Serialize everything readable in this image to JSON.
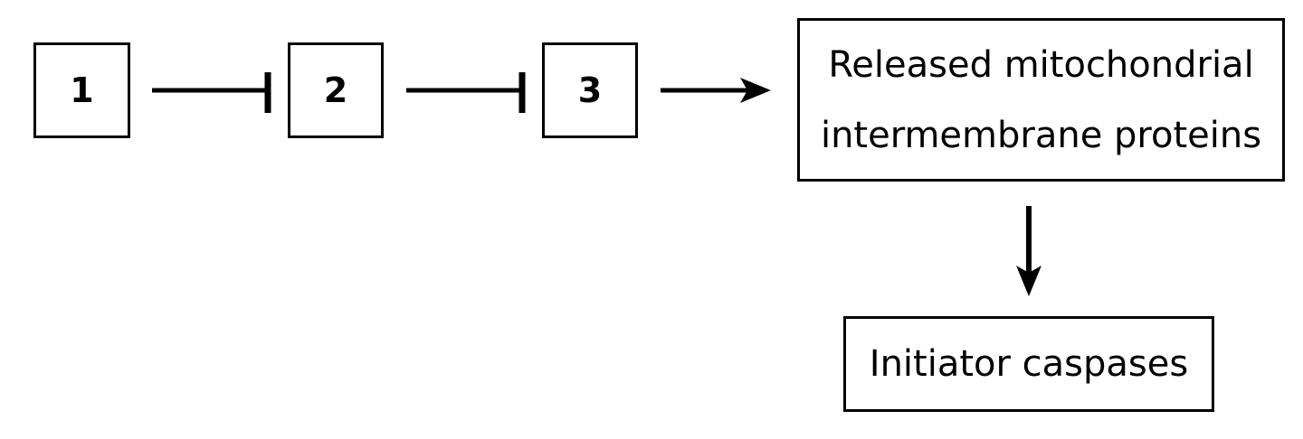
{
  "nodes": {
    "n1": "1",
    "n2": "2",
    "n3": "3",
    "released_line1": "Released mitochondrial",
    "released_line2": "intermembrane proteins",
    "initiator": "Initiator caspases"
  },
  "edges": [
    {
      "from": "1",
      "to": "2",
      "type": "inhibition"
    },
    {
      "from": "2",
      "to": "3",
      "type": "inhibition"
    },
    {
      "from": "3",
      "to": "Released mitochondrial intermembrane proteins",
      "type": "activation"
    },
    {
      "from": "Released mitochondrial intermembrane proteins",
      "to": "Initiator caspases",
      "type": "activation"
    }
  ]
}
